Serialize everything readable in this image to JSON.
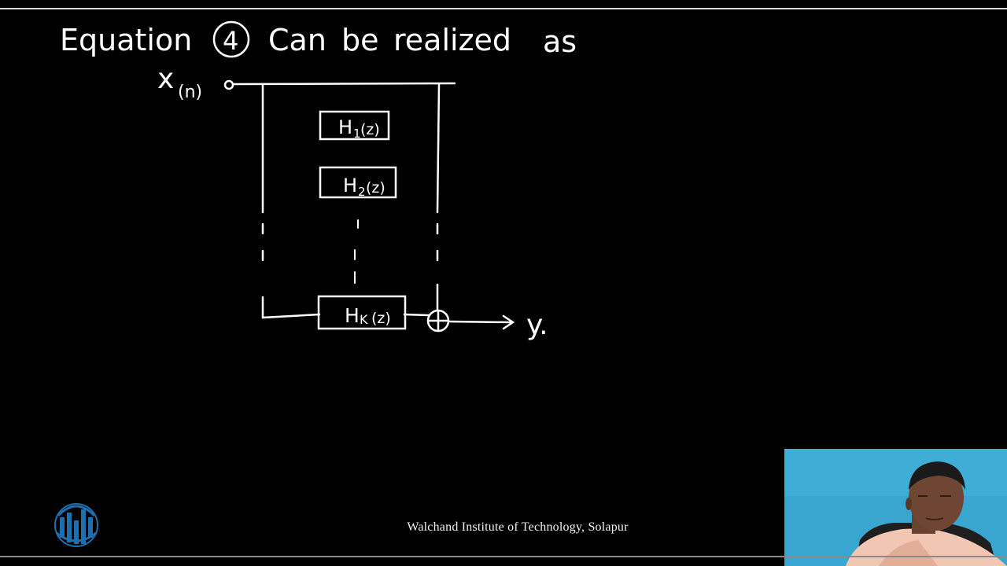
{
  "board": {
    "heading": {
      "word1": "Equation",
      "equation_number": "4",
      "word2": "Can",
      "word3": "be",
      "word4": "realized",
      "word5": "as"
    },
    "diagram": {
      "input_base": "x",
      "input_sub": "(n)",
      "blocks": [
        {
          "base": "H",
          "sub": "1",
          "arg": "(z)"
        },
        {
          "base": "H",
          "sub": "2",
          "arg": "(z)"
        },
        {
          "base": "H",
          "sub": "K",
          "arg": "(z)"
        }
      ],
      "output_label": "y."
    }
  },
  "footer": {
    "institute_caption": "Walchand Institute of Technology, Solapur"
  },
  "colors": {
    "board_background": "#000000",
    "chalk": "#ffffff",
    "logo_blue": "#1f6fae",
    "webcam_wall": "#39a6cf"
  }
}
